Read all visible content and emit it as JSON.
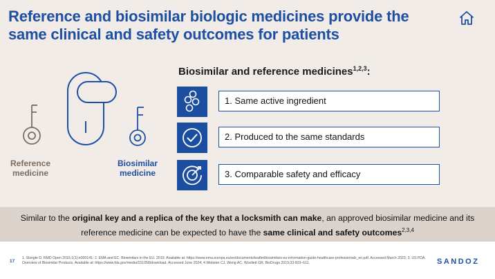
{
  "header": {
    "title": "Reference and biosimilar biologic medicines provide the same clinical and safety outcomes for patients",
    "home_icon": "home-icon"
  },
  "keys": {
    "reference_label": "Reference medicine",
    "biosimilar_label": "Biosimilar medicine",
    "reference_color": "#7d6b5f",
    "biosimilar_color": "#1d4fa3"
  },
  "features": {
    "heading": "Biosimilar and reference medicines",
    "heading_refs": "1,2,3",
    "heading_suffix": ":",
    "items": [
      {
        "label": "1. Same active ingredient",
        "icon": "molecule-icon"
      },
      {
        "label": "2. Produced to the same standards",
        "icon": "checkmark-icon"
      },
      {
        "label": "3. Comparable safety and efficacy",
        "icon": "target-icon"
      }
    ]
  },
  "band": {
    "part1": "Similar to the ",
    "bold1": "original key and a replica of the key that a locksmith can make",
    "part2": ", an approved biosimilar medicine and its reference medicine can be expected to have the ",
    "bold2": "same clinical and safety outcomes",
    "refs": "2,3,4"
  },
  "footer": {
    "page_number": "17",
    "references": "1. Skingle D. RMD Open 2015;1(1):e000141; 2. EMA and EC. Biosimilars in the EU. 2019. Available at: https://www.ema.europa.eu/en/documents/leaflet/biosimilars-eu-information-guide-healthcare-professionals_en.pdf. Accessed March 2023; 3. US FDA. Overview of Biosimilar Products. Available at: https://www.fda.gov/media/151058/download. Accessed June 2024; 4.Webster CJ, Wong AC, Woollett GR. BioDrugs 2019;33:603–611.",
    "brand": "SANDOZ"
  },
  "colors": {
    "accent": "#1d4fa3",
    "icon_bg": "#1b4ea0",
    "background": "#f1ece8",
    "band": "#dcd2cc"
  }
}
